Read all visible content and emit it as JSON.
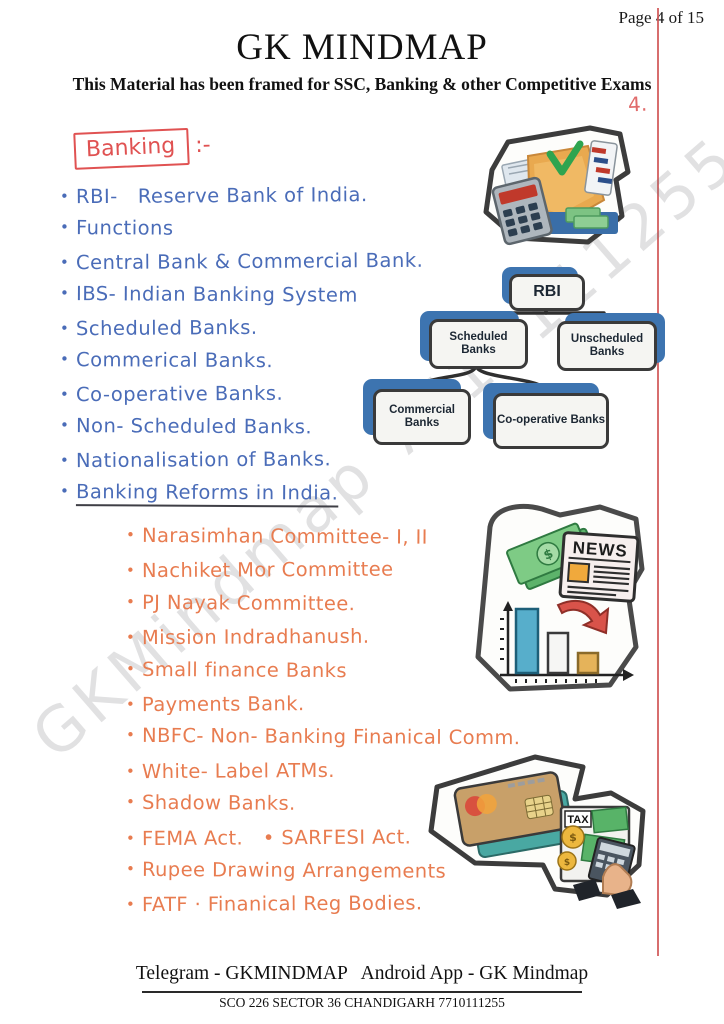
{
  "page": {
    "page_indicator": "Page 4 of 15",
    "title": "GK MINDMAP",
    "subtitle": "This Material has been framed for SSC, Banking & other Competitive Exams",
    "handwritten_page_number": "4.",
    "watermark": "GKMindmap 7710111255"
  },
  "notes": {
    "heading": "Banking",
    "heading_suffix": ":-",
    "blue_items": [
      "RBI-   Reserve Bank of India.",
      "Functions",
      "Central Bank & Commercial Bank.",
      "IBS- Indian Banking System",
      "Scheduled Banks.",
      "Commerical Banks.",
      "Co-operative Banks.",
      "Non- Scheduled Banks.",
      "Nationalisation of Banks.",
      "Banking Reforms in India."
    ],
    "orange_items": [
      "Narasimhan Committee- I, II",
      "Nachiket Mor Committee",
      "PJ Nayak Committee.",
      "Mission Indradhanush.",
      "Small finance Banks",
      "Payments Bank.",
      "NBFC- Non- Banking Finanical Comm.",
      "White- Label ATMs.",
      "Shadow Banks.",
      "FEMA Act.   • SARFESI Act.",
      "Rupee Drawing Arrangements",
      "FATF · Finanical Reg Bodies."
    ]
  },
  "flowchart": {
    "root": "RBI",
    "scheduled": "Scheduled Banks",
    "unscheduled": "Unscheduled Banks",
    "commercial": "Commercial Banks",
    "cooperative": "Co-operative Banks"
  },
  "stickers": {
    "news_label": "NEWS",
    "tax_label": "TAX"
  },
  "footer": {
    "line1": "Telegram - GKMINDMAP   Android App - GK Mindmap",
    "line2": "SCO 226 SECTOR 36 CHANDIGARH 7710111255"
  },
  "colors": {
    "blue_ink": "#4a6cb8",
    "orange_ink": "#e87c50",
    "red_ink": "#e05252",
    "flowchart_blue": "#3d74b0"
  }
}
